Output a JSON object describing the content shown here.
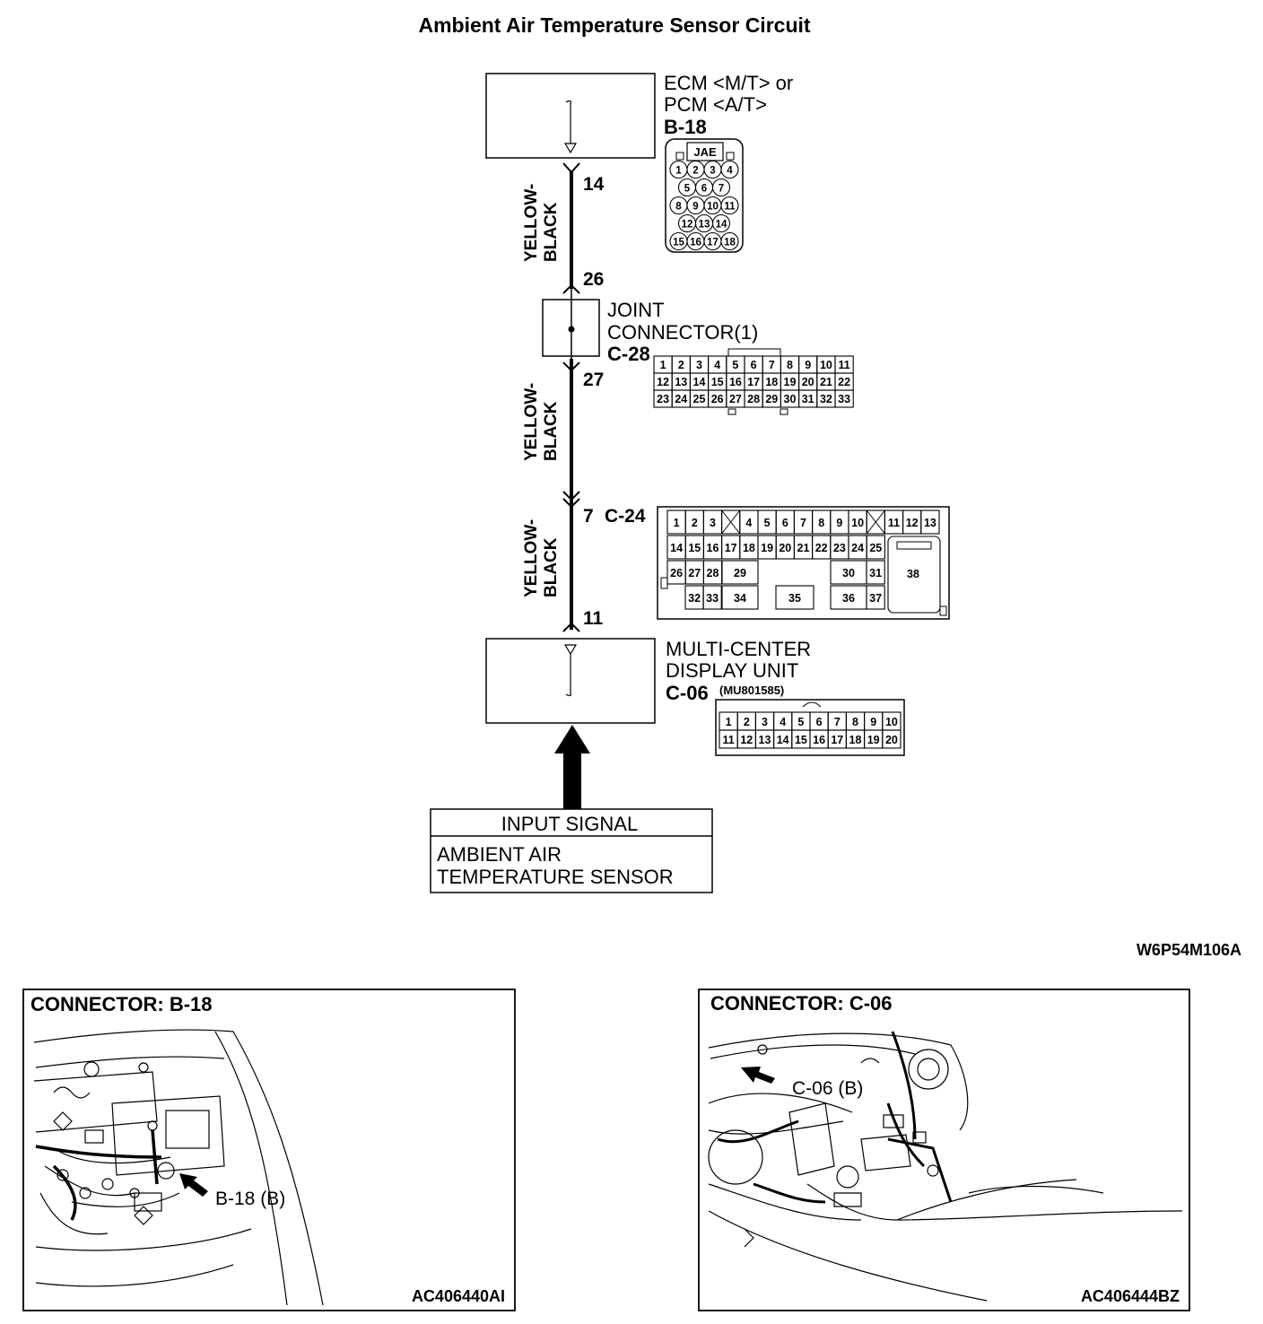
{
  "title": "Ambient Air Temperature Sensor Circuit",
  "ecm": {
    "line1": "ECM <M/T> or",
    "line2": "PCM <A/T>",
    "code": "B-18",
    "pin_top": "14",
    "connector_brand": "JAE",
    "pins": [
      [
        "1",
        "2",
        "3",
        "4"
      ],
      [
        "5",
        "6",
        "7"
      ],
      [
        "8",
        "9",
        "10",
        "11"
      ],
      [
        "12",
        "13",
        "14"
      ],
      [
        "15",
        "16",
        "17",
        "18"
      ]
    ]
  },
  "wires": [
    {
      "line1": "YELLOW-",
      "line2": "BLACK"
    },
    {
      "line1": "YELLOW-",
      "line2": "BLACK"
    },
    {
      "line1": "YELLOW-",
      "line2": "BLACK"
    }
  ],
  "joint": {
    "line1": "JOINT",
    "line2": "CONNECTOR(1)",
    "code": "C-28",
    "pin_in": "26",
    "pin_out": "27",
    "rows": [
      [
        "1",
        "2",
        "3",
        "4",
        "5",
        "6",
        "7",
        "8",
        "9",
        "10",
        "11"
      ],
      [
        "12",
        "13",
        "14",
        "15",
        "16",
        "17",
        "18",
        "19",
        "20",
        "21",
        "22"
      ],
      [
        "23",
        "24",
        "25",
        "26",
        "27",
        "28",
        "29",
        "30",
        "31",
        "32",
        "33"
      ]
    ]
  },
  "c24": {
    "pin": "7",
    "code": "C-24",
    "row1": [
      "1",
      "2",
      "3",
      "",
      "4",
      "5",
      "6",
      "7",
      "8",
      "9",
      "10",
      "",
      "11",
      "12",
      "13"
    ],
    "row2": [
      "14",
      "15",
      "16",
      "17",
      "18",
      "19",
      "20",
      "21",
      "22",
      "23",
      "24",
      "25"
    ],
    "row3": [
      "26",
      "27",
      "28",
      "29",
      "30",
      "31"
    ],
    "row4": [
      "32",
      "33",
      "34",
      "35",
      "36",
      "37"
    ],
    "big": "38"
  },
  "mcdu": {
    "pin_top": "11",
    "line1": "MULTI-CENTER",
    "line2": "DISPLAY UNIT",
    "code": "C-06",
    "part": "(MU801585)",
    "rows": [
      [
        "1",
        "2",
        "3",
        "4",
        "5",
        "6",
        "7",
        "8",
        "9",
        "10"
      ],
      [
        "11",
        "12",
        "13",
        "14",
        "15",
        "16",
        "17",
        "18",
        "19",
        "20"
      ]
    ]
  },
  "input": {
    "header": "INPUT SIGNAL",
    "line1": "AMBIENT AIR",
    "line2": "TEMPERATURE SENSOR"
  },
  "figure_code": "W6P54M106A",
  "panels": [
    {
      "title": "CONNECTOR: B-18",
      "callout": "B-18 (B)",
      "code": "AC406440AI"
    },
    {
      "title": "CONNECTOR: C-06",
      "callout": "C-06 (B)",
      "code": "AC406444BZ"
    }
  ]
}
